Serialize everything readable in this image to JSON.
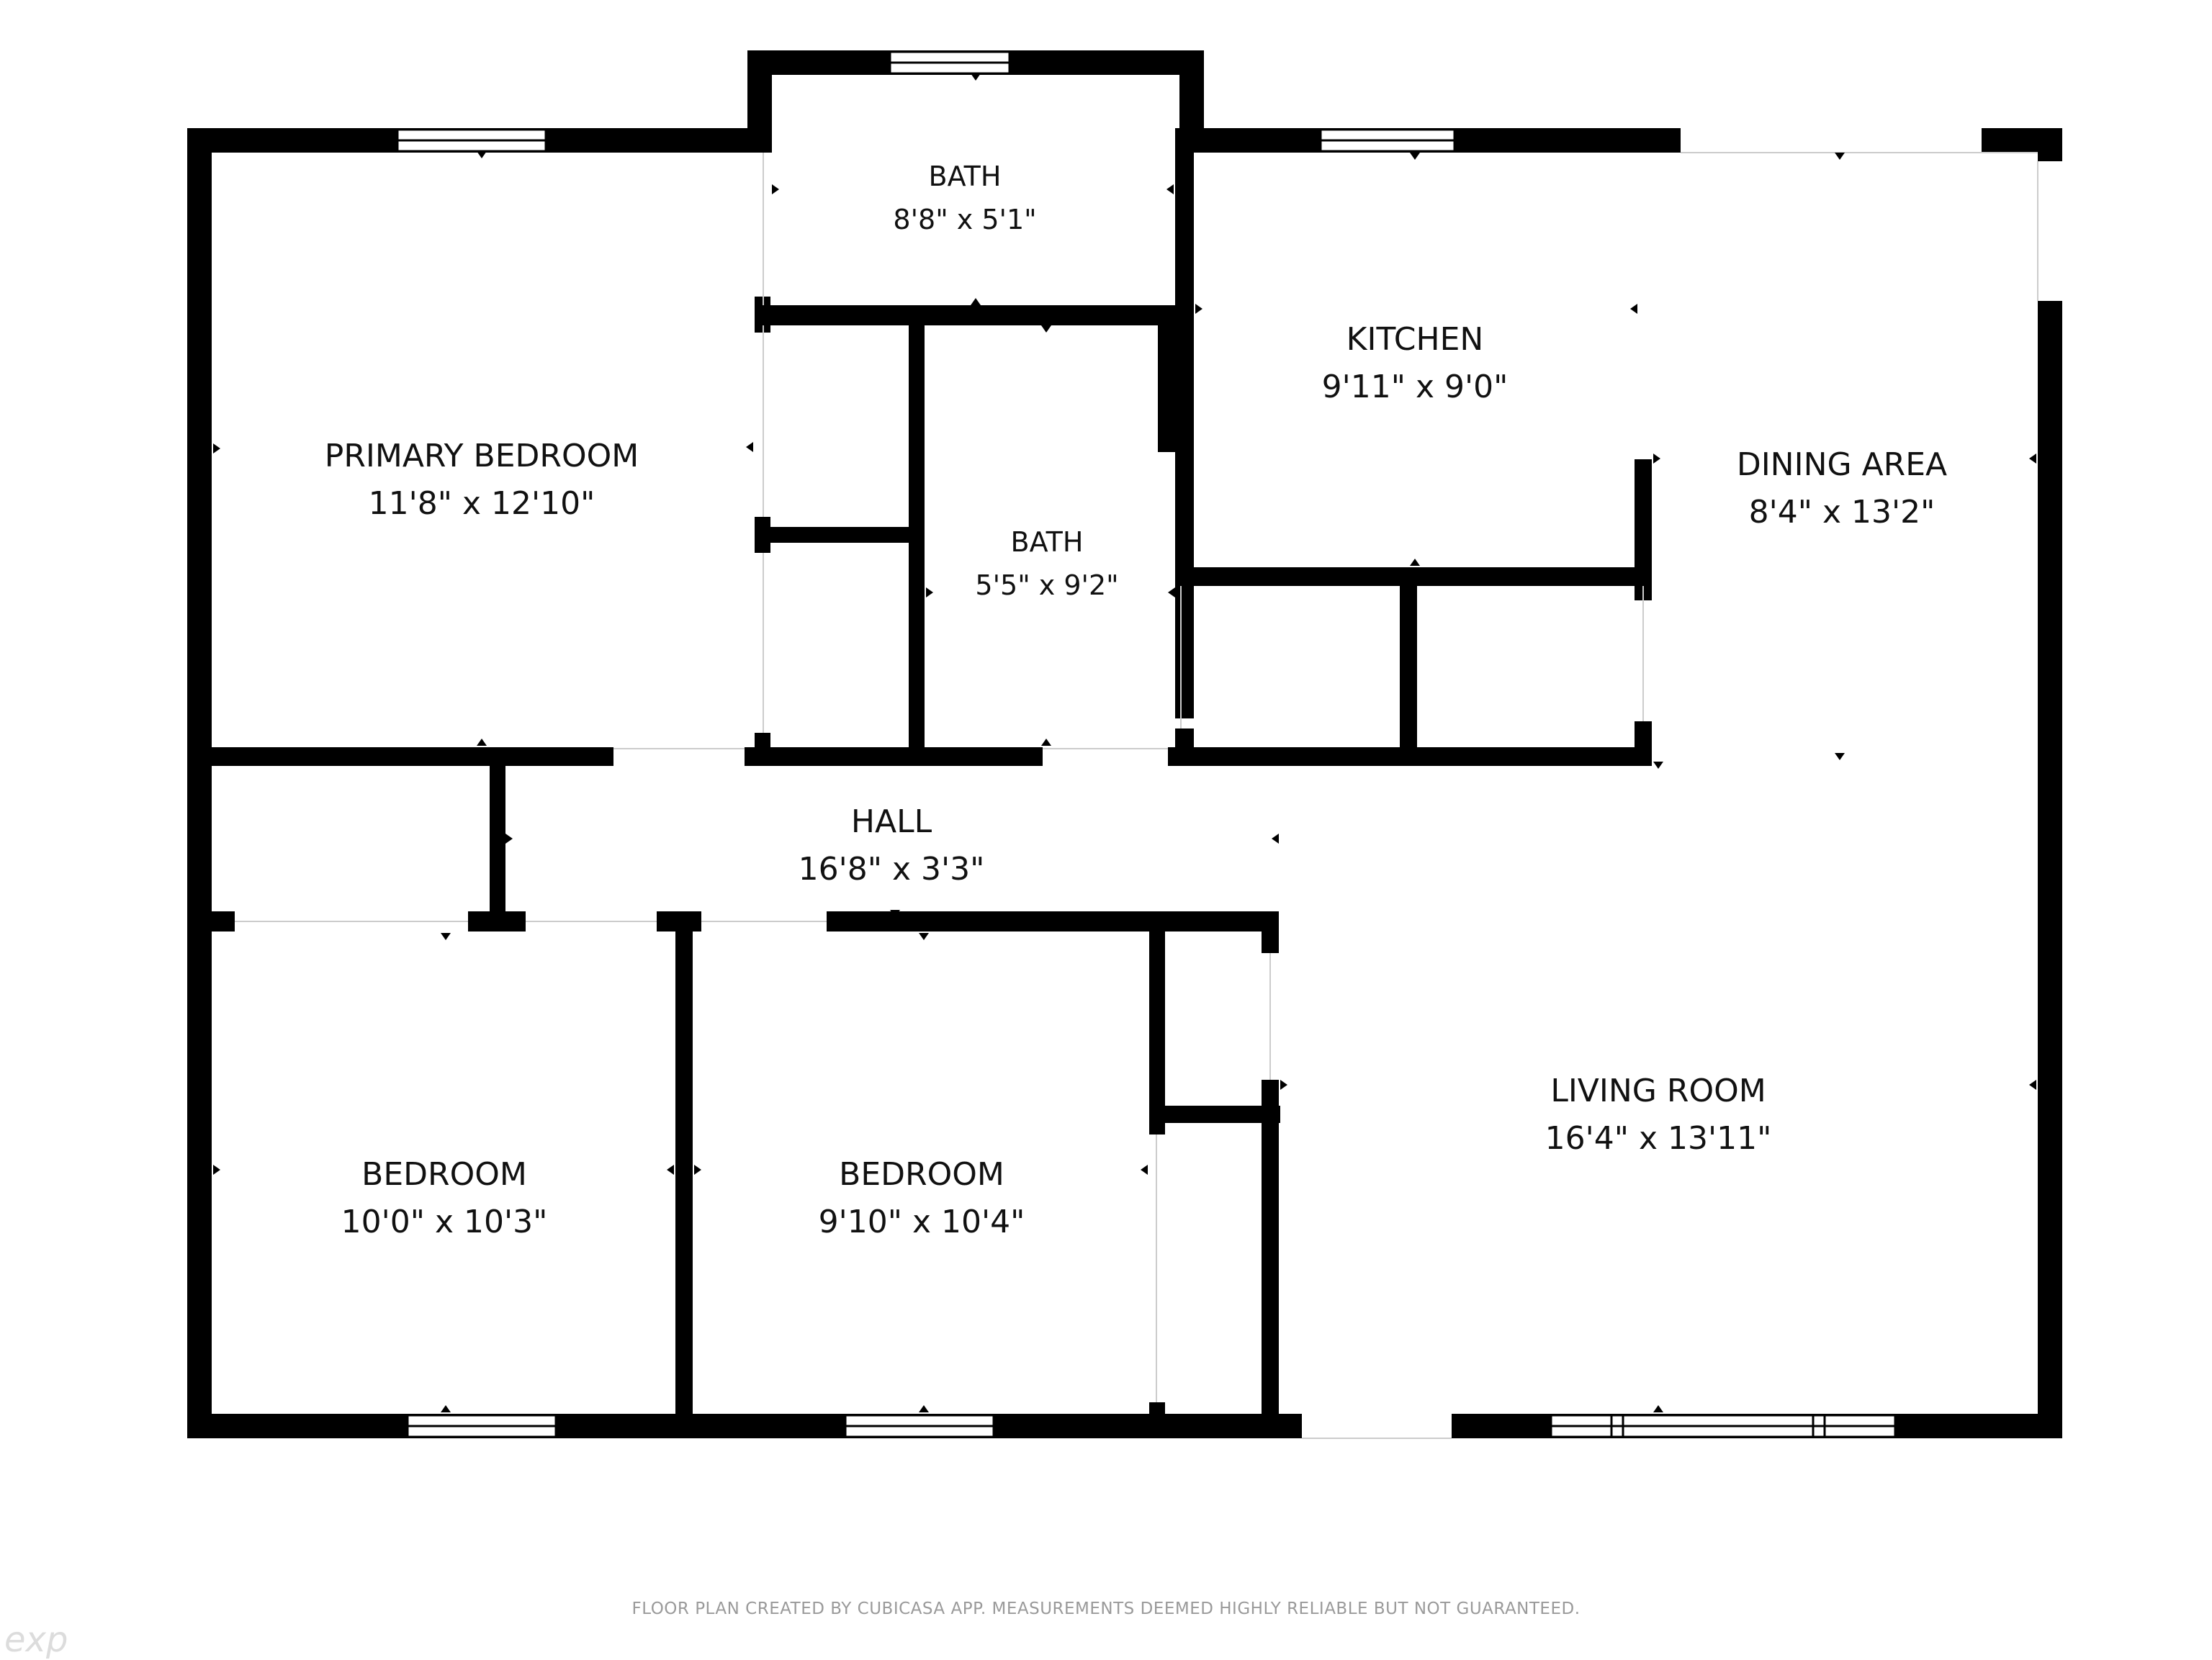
{
  "rooms": {
    "primary_bedroom": {
      "name": "PRIMARY BEDROOM",
      "dims": "11'8\" x 12'10\""
    },
    "bath_top": {
      "name": "BATH",
      "dims": "8'8\" x 5'1\""
    },
    "bath_mid": {
      "name": "BATH",
      "dims": "5'5\" x 9'2\""
    },
    "kitchen": {
      "name": "KITCHEN",
      "dims": "9'11\" x 9'0\""
    },
    "dining_area": {
      "name": "DINING AREA",
      "dims": "8'4\" x 13'2\""
    },
    "hall": {
      "name": "HALL",
      "dims": "16'8\" x 3'3\""
    },
    "living_room": {
      "name": "LIVING ROOM",
      "dims": "16'4\" x 13'11\""
    },
    "bedroom_left": {
      "name": "BEDROOM",
      "dims": "10'0\" x 10'3\""
    },
    "bedroom_mid": {
      "name": "BEDROOM",
      "dims": "9'10\" x 10'4\""
    }
  },
  "footer": {
    "disclaimer": "FLOOR PLAN CREATED BY CUBICASA APP. MEASUREMENTS DEEMED HIGHLY RELIABLE BUT NOT GUARANTEED."
  },
  "logo": {
    "text": "exp"
  },
  "colors": {
    "wall": "#000000",
    "background": "#ffffff",
    "text": "#111111"
  }
}
